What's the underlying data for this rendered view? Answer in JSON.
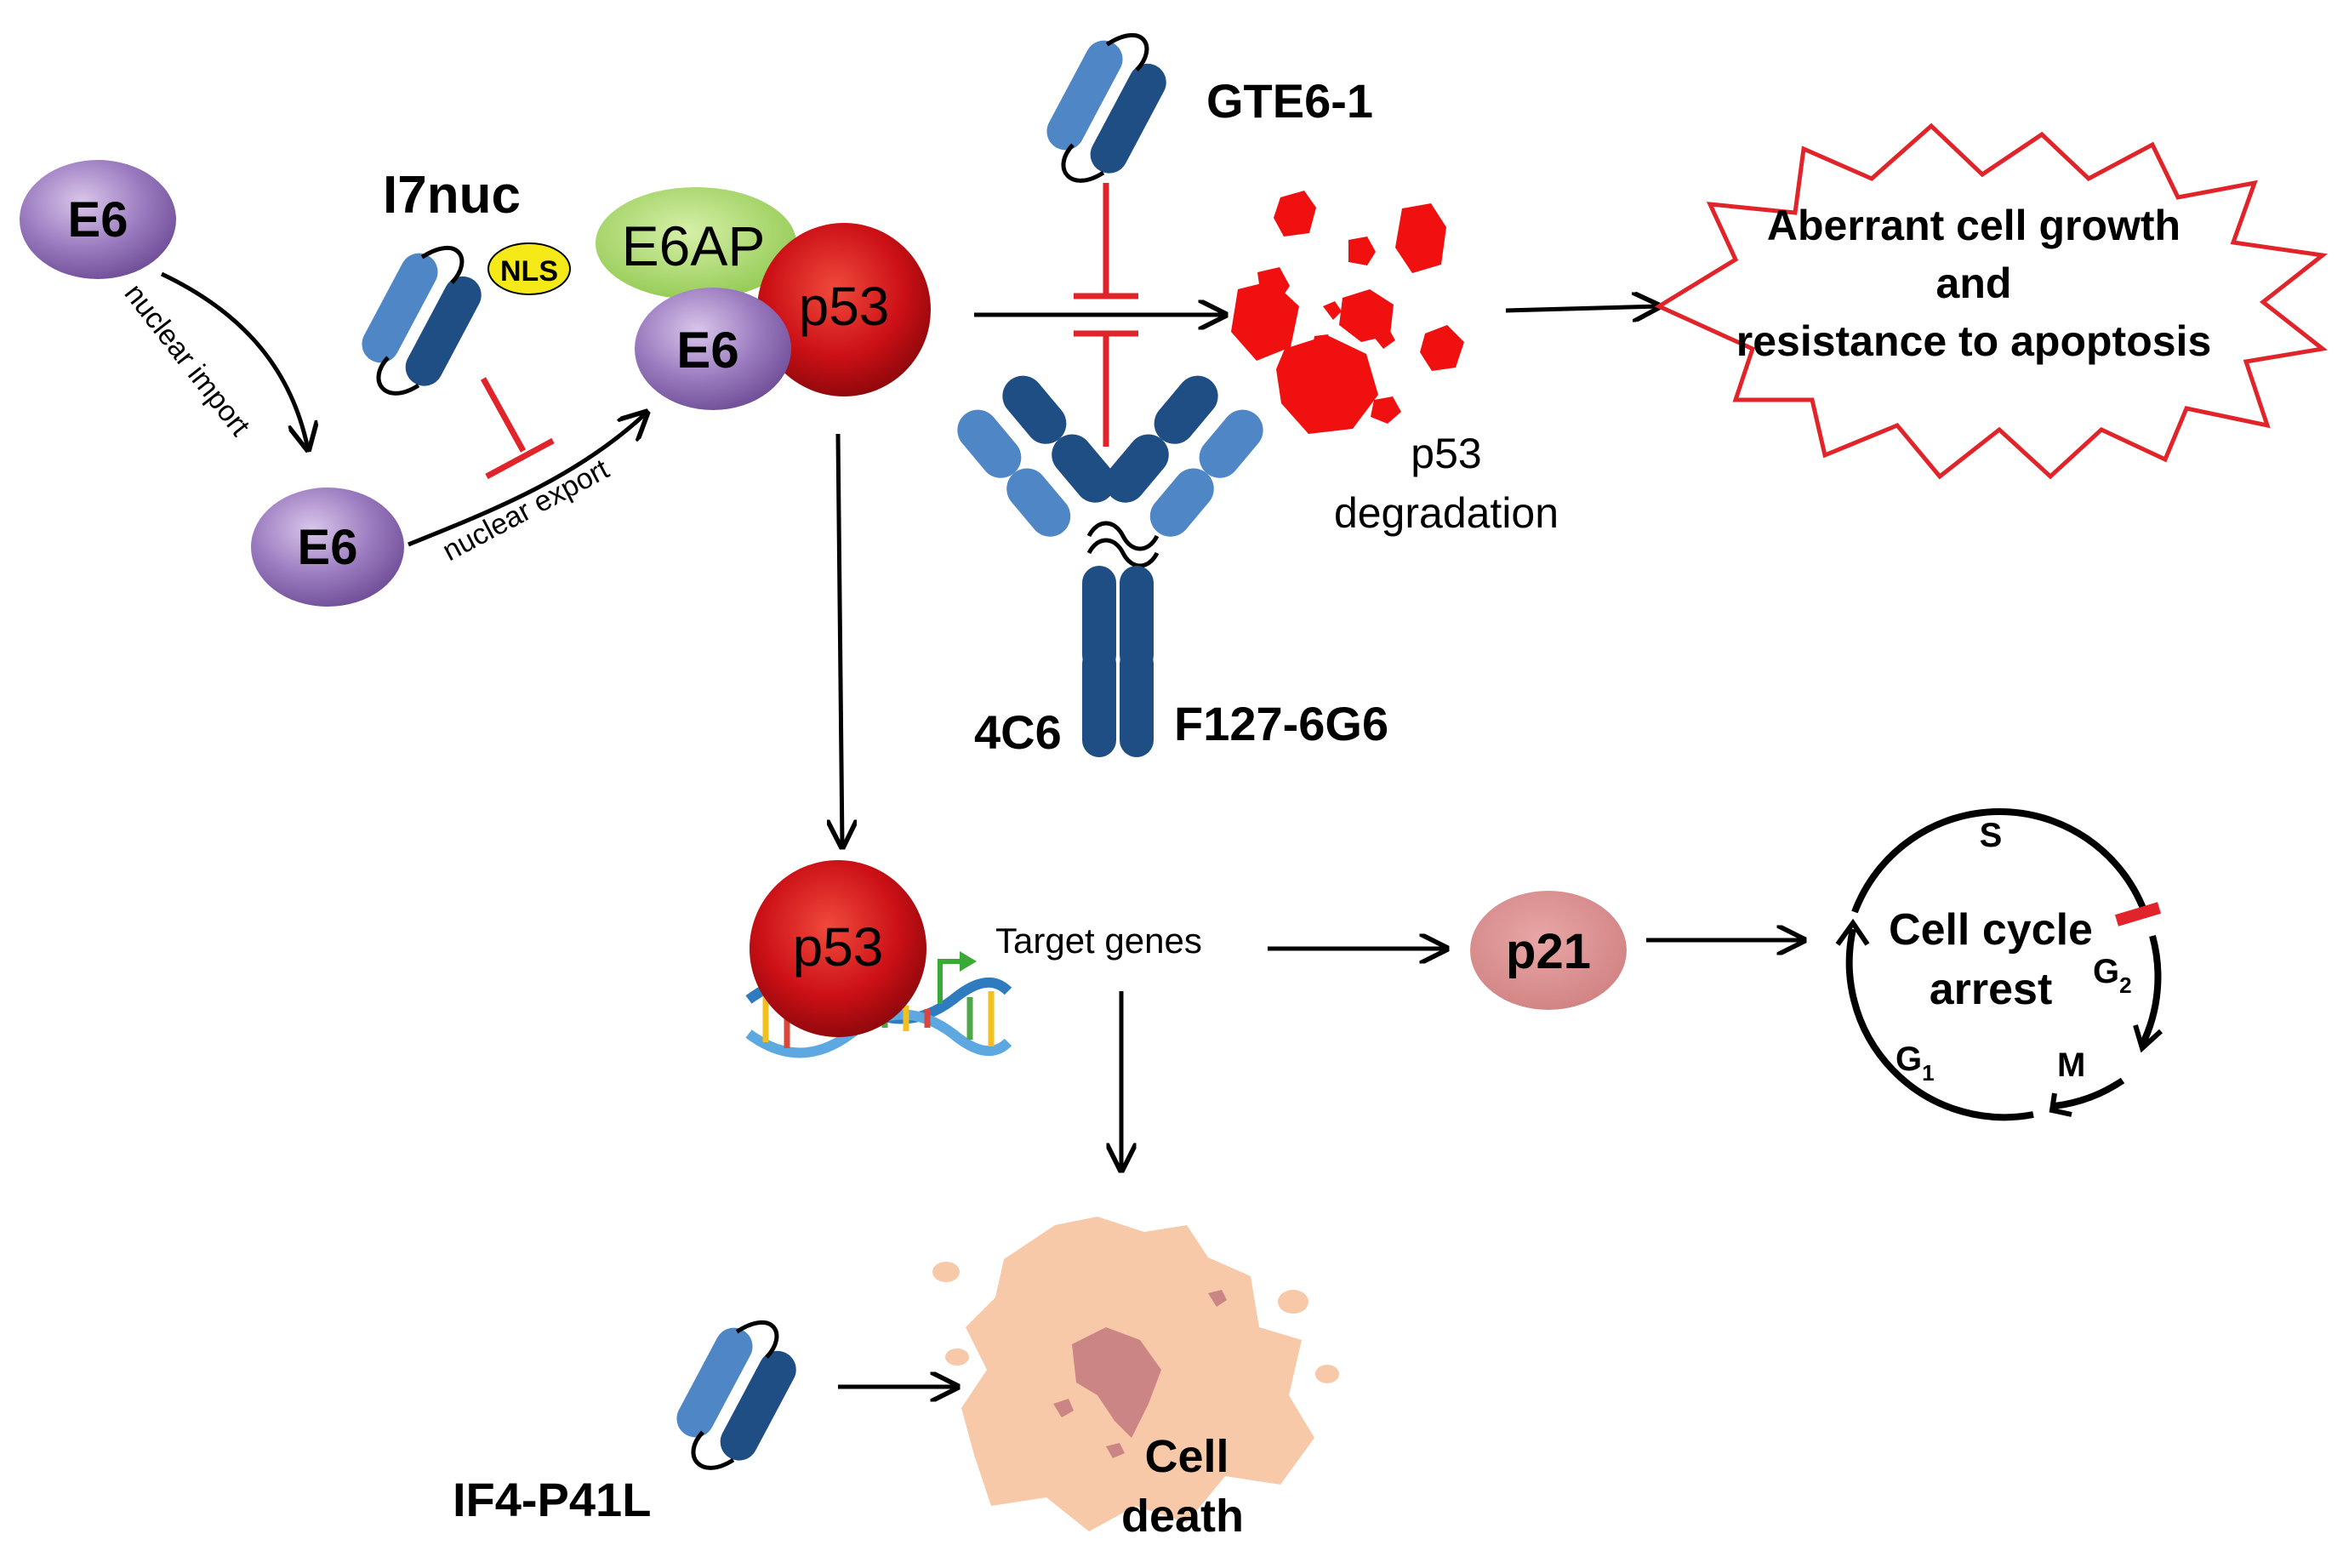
{
  "labels": {
    "e6_top": "E6",
    "nuclear_import": "nuclear import",
    "e6_bottom": "E6",
    "nuclear_export": "nuclear export",
    "i7nuc": "I7nuc",
    "nls": "NLS",
    "e6ap": "E6AP",
    "e6_complex": "E6",
    "p53_complex": "p53",
    "gte6_1": "GTE6-1",
    "p53_degradation_line1": "p53",
    "p53_degradation_line2": "degradation",
    "aberrant_line1": "Aberrant cell growth",
    "aberrant_line2": "and",
    "aberrant_line3": "resistance to apoptosis",
    "ab_4c6": "4C6",
    "ab_f127": "F127-6G6",
    "p53_dna": "p53",
    "target_genes": "Target genes",
    "p21": "p21",
    "cell_cycle_line1": "Cell cycle",
    "cell_cycle_line2": "arrest",
    "phase_s": "S",
    "phase_g2": "G",
    "phase_g2_sub": "2",
    "phase_m": "M",
    "phase_g1": "G",
    "phase_g1_sub": "1",
    "if4": "IF4-P41L",
    "cell_death_line1": "Cell",
    "cell_death_line2": "death"
  },
  "colors": {
    "e6": "#8e6bb0",
    "p53": "#c80f14",
    "e6ap": "#9cd15a",
    "p21": "#d98b8b",
    "antibody_light": "#4f86c6",
    "antibody_dark": "#1f4e85",
    "inhibit": "#e0242a",
    "degradation": "#f01010",
    "burst": "#e0242a",
    "nls": "#f5ea18",
    "cell_death": "#f7c9a8",
    "arrow": "#000000"
  }
}
